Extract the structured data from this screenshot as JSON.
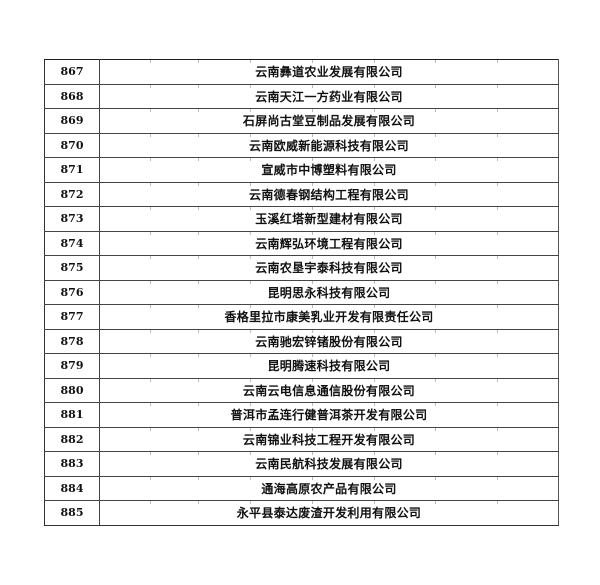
{
  "table": {
    "rows": [
      {
        "no": "867",
        "name": "云南彝道农业发展有限公司"
      },
      {
        "no": "868",
        "name": "云南天江一方药业有限公司"
      },
      {
        "no": "869",
        "name": "石屏尚古堂豆制品发展有限公司"
      },
      {
        "no": "870",
        "name": "云南欧威新能源科技有限公司"
      },
      {
        "no": "871",
        "name": "宣威市中博塑料有限公司"
      },
      {
        "no": "872",
        "name": "云南德春钢结构工程有限公司"
      },
      {
        "no": "873",
        "name": "玉溪红塔新型建材有限公司"
      },
      {
        "no": "874",
        "name": "云南辉弘环境工程有限公司"
      },
      {
        "no": "875",
        "name": "云南农垦宇泰科技有限公司"
      },
      {
        "no": "876",
        "name": "昆明思永科技有限公司"
      },
      {
        "no": "877",
        "name": "香格里拉市康美乳业开发有限责任公司"
      },
      {
        "no": "878",
        "name": "云南驰宏锌锗股份有限公司"
      },
      {
        "no": "879",
        "name": "昆明腾速科技有限公司"
      },
      {
        "no": "880",
        "name": "云南云电信息通信股份有限公司"
      },
      {
        "no": "881",
        "name": "普洱市孟连行健普洱茶开发有限公司"
      },
      {
        "no": "882",
        "name": "云南锦业科技工程开发有限公司"
      },
      {
        "no": "883",
        "name": "云南民航科技发展有限公司"
      },
      {
        "no": "884",
        "name": "通海高原农产品有限公司"
      },
      {
        "no": "885",
        "name": "永平县泰达废渣开发利用有限公司"
      }
    ]
  }
}
